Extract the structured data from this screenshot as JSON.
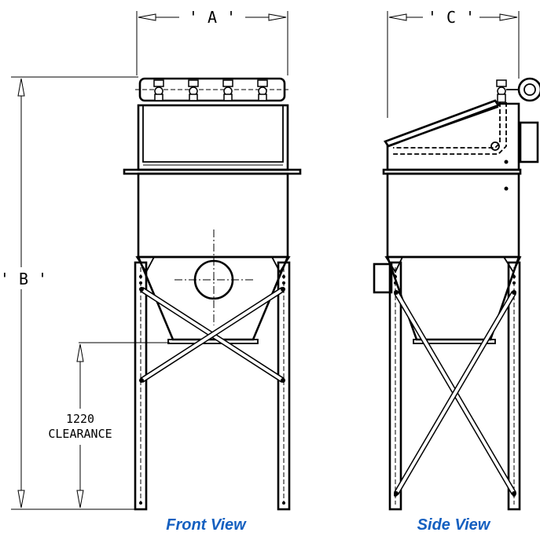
{
  "dimensions": {
    "a_label": "' A '",
    "b_label": "' B '",
    "c_label": "' C '",
    "clearance_value": "1220",
    "clearance_label": "CLEARANCE"
  },
  "views": {
    "front_caption": "Front View",
    "side_caption": "Side View"
  },
  "colors": {
    "line": "#000000",
    "caption": "#1560c0"
  }
}
